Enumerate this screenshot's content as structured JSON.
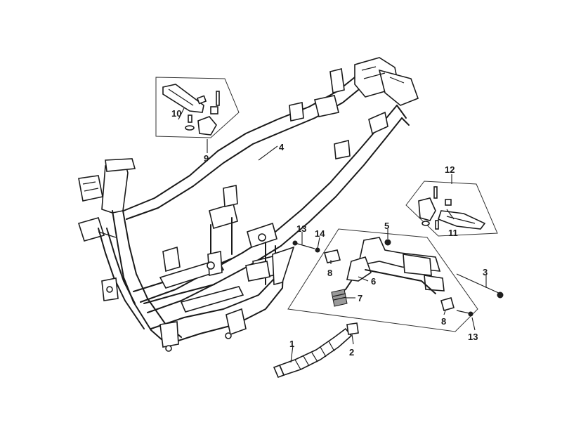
{
  "callouts": [
    {
      "id": "1",
      "label": "1"
    },
    {
      "id": "2",
      "label": "2"
    },
    {
      "id": "3",
      "label": "3"
    },
    {
      "id": "4",
      "label": "4"
    },
    {
      "id": "5",
      "label": "5"
    },
    {
      "id": "6",
      "label": "6"
    },
    {
      "id": "7",
      "label": "7"
    },
    {
      "id": "8a",
      "label": "8"
    },
    {
      "id": "8b",
      "label": "8"
    },
    {
      "id": "9",
      "label": "9"
    },
    {
      "id": "10",
      "label": "10"
    },
    {
      "id": "11",
      "label": "11"
    },
    {
      "id": "12",
      "label": "12"
    },
    {
      "id": "13a",
      "label": "13"
    },
    {
      "id": "13b",
      "label": "13"
    },
    {
      "id": "14",
      "label": "14"
    }
  ]
}
